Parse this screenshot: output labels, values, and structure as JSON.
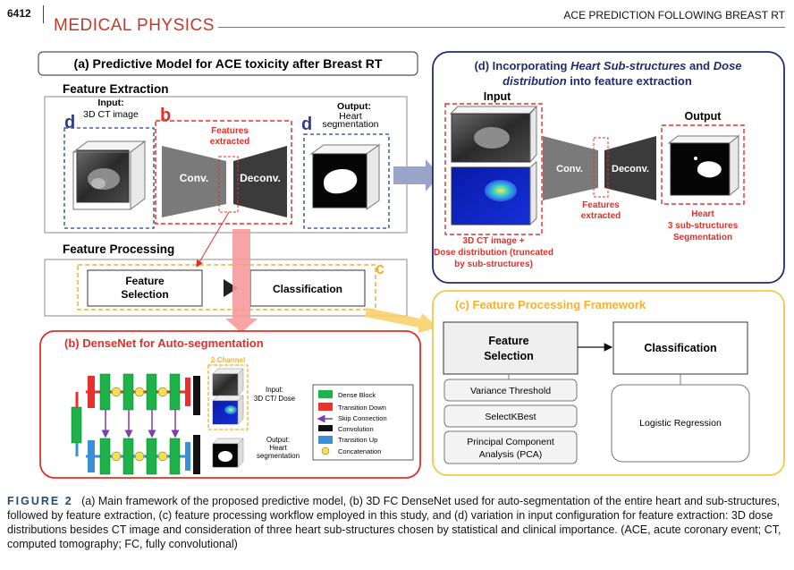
{
  "header": {
    "page_number": "6412",
    "journal": "MEDICAL PHYSICS",
    "running_title": "ACE PREDICTION FOLLOWING BREAST RT"
  },
  "panel_a": {
    "title": "(a) Predictive Model for ACE toxicity after Breast RT",
    "feature_extraction": "Feature Extraction",
    "input_label": "Input:",
    "input_desc": "3D CT image",
    "label_d1": "d",
    "label_b": "b",
    "label_d2": "d",
    "features_extracted_1": "Features",
    "features_extracted_2": "extracted",
    "conv": "Conv.",
    "deconv": "Deconv.",
    "output_label": "Output:",
    "output_desc1": "Heart",
    "output_desc2": "segmentation",
    "feature_processing": "Feature Processing",
    "feature_selection_1": "Feature",
    "feature_selection_2": "Selection",
    "classification": "Classification",
    "label_c": "c"
  },
  "panel_b": {
    "title": "(b) DenseNet for Auto-segmentation",
    "two_channel": "2-Channel",
    "input_1": "Input:",
    "input_2": "3D CT/ Dose",
    "output_1": "Output:",
    "output_2": "Heart",
    "output_3": "segmentation",
    "legend": [
      {
        "label": "Dense Block",
        "color": "#1fb24a"
      },
      {
        "label": "Transition Down",
        "color": "#e8302c"
      },
      {
        "label": "Skip Connection",
        "color": "#7a3fb0"
      },
      {
        "label": "Convolution",
        "color": "#111111"
      },
      {
        "label": "Transition Up",
        "color": "#3a8fd6"
      },
      {
        "label": "Concatenation",
        "color": "#f4e04d"
      }
    ]
  },
  "panel_c": {
    "title": "(c) Feature Processing Framework",
    "feature_1": "Feature",
    "feature_2": "Selection",
    "classification": "Classification",
    "methods": [
      "Variance Threshold",
      "SelectKBest",
      "Principal Component",
      "Analysis (PCA)"
    ],
    "classifier": "Logistic Regression"
  },
  "panel_d": {
    "title_1a": "(d) Incorporating ",
    "title_1b": "Heart Sub-structures",
    "title_1c": " and ",
    "title_1d": "Dose",
    "title_2a": "distribution",
    "title_2b": " into feature extraction",
    "input": "Input",
    "output": "Output",
    "conv": "Conv.",
    "deconv": "Deconv.",
    "features_1": "Features",
    "features_2": "extracted",
    "input_desc": [
      "3D CT  image +",
      "Dose distribution (truncated",
      "by sub-structures)"
    ],
    "output_desc": [
      "Heart",
      "3 sub-structures",
      "Segmentation"
    ]
  },
  "caption": {
    "figure_label": "FIGURE 2",
    "text": "(a) Main framework of the proposed predictive model, (b) 3D FC DenseNet used for auto-segmentation of the entire heart and sub-structures, followed by feature extraction, (c) feature processing workflow employed in this study, and (d) variation in input configuration for feature extraction: 3D dose distributions besides CT image and consideration of three heart sub-structures chosen by statistical and clinical importance. (ACE, acute coronary event; CT, computed tomography; FC, fully convolutional)"
  }
}
